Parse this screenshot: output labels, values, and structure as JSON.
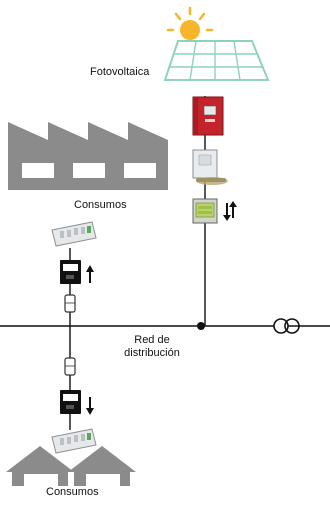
{
  "labels": {
    "pv": "Fotovoltaica",
    "consumos_top": "Consumos",
    "grid": "Red de distribución",
    "consumos_bottom": "Consumos"
  },
  "colors": {
    "sun": "#f7b52a",
    "pv_panel_frame": "#8fd3b8",
    "factory": "#8b8b8b",
    "inverter": "#c4232c",
    "meter_body": "#111111",
    "grid_line": "#111111"
  },
  "icons": {
    "sun": "sun-icon",
    "pv_panel": "solar-panel-icon",
    "inverter": "inverter-icon",
    "switch_box": "switch-box-icon",
    "pv_meter": "pv-meter-icon",
    "bidirectional_arrows": "bidirectional-arrows-icon",
    "factory_top": "factory-icon",
    "distribution_board_top": "distribution-board-icon",
    "meter_top": "energy-meter-icon",
    "arrow_up": "arrow-up-icon",
    "fuse_top": "fuse-icon",
    "transformer": "transformer-icon",
    "node": "junction-node-icon",
    "fuse_bottom": "fuse-icon",
    "meter_bottom": "energy-meter-icon",
    "arrow_down": "arrow-down-icon",
    "distribution_board_bottom": "distribution-board-icon",
    "houses": "houses-icon"
  }
}
